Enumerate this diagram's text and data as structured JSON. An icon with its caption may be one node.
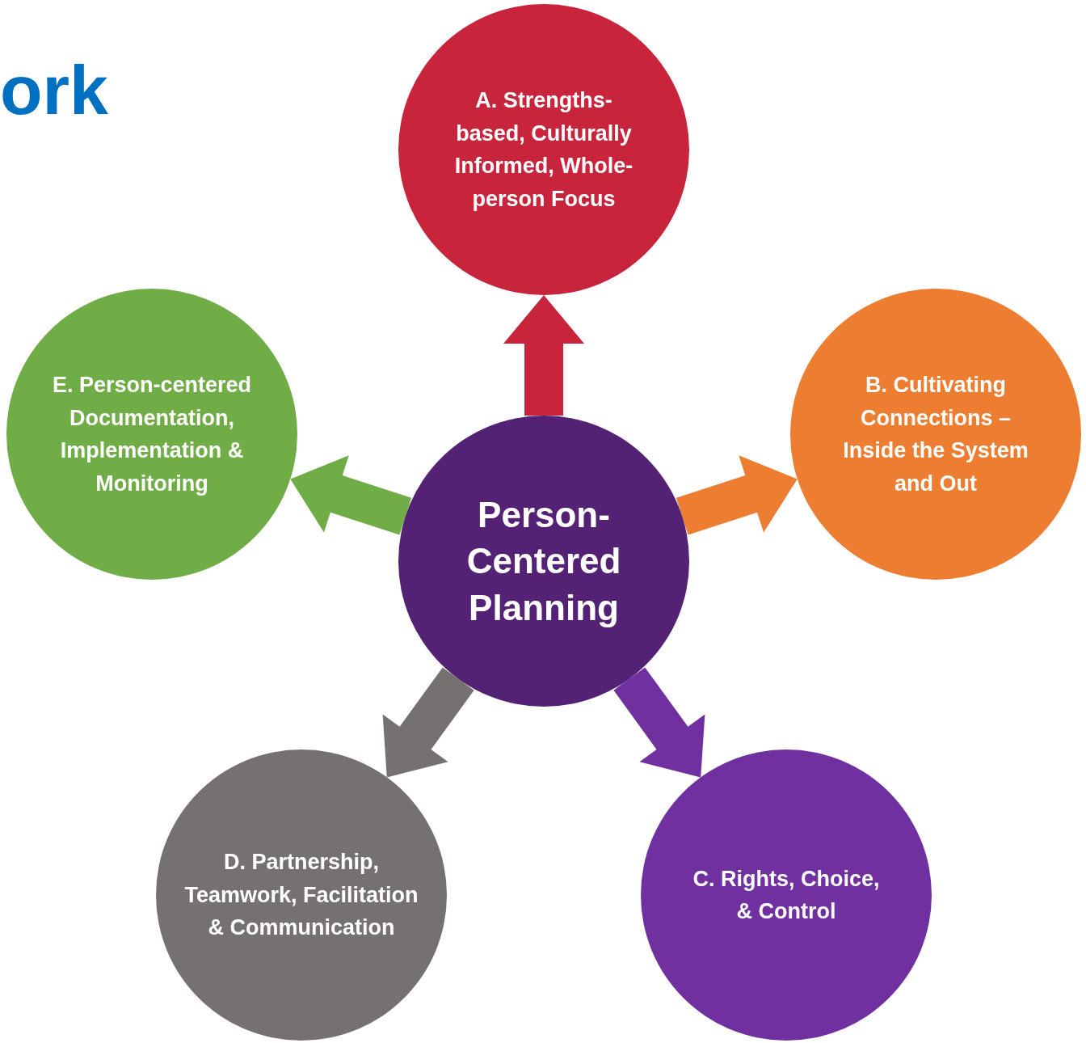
{
  "diagram": {
    "title": "ork",
    "nodes": [
      {
        "text": [
          "Person-Centered Planning"
        ]
      },
      {
        "text": [
          "A. Strengths-based, Culturally Informed, Whole-person Focus"
        ]
      },
      {
        "text": [
          "B. Cultivating Connections – Inside the System and Out"
        ]
      },
      {
        "text": [
          "C. Rights, Choice, & Control"
        ]
      },
      {
        "text": [
          "D. Partnership, Teamwork, Facilitation & Communication"
        ]
      },
      {
        "text": [
          "E. Person-centered Documentation, Implementation & Monitoring"
        ]
      }
    ],
    "edges": [
      {
        "from": 0,
        "to": 1,
        "arrow": "to",
        "style": "thick",
        "color": "#c8243c"
      },
      {
        "from": 0,
        "to": 2,
        "arrow": "to",
        "style": "thick",
        "color": "#ed7d31"
      },
      {
        "from": 0,
        "to": 3,
        "arrow": "to",
        "style": "thick",
        "color": "#7030a0"
      },
      {
        "from": 0,
        "to": 4,
        "arrow": "to",
        "style": "thick",
        "color": "#767171"
      },
      {
        "from": 0,
        "to": 5,
        "arrow": "to",
        "style": "thick",
        "color": "#70ad47"
      }
    ]
  }
}
